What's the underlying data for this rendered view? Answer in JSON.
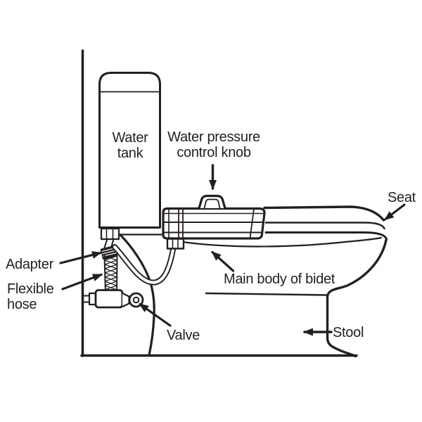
{
  "diagram": {
    "labels": {
      "water_tank": "Water tank",
      "pressure_knob": "Water pressure control knob",
      "seat": "Seat",
      "adapter": "Adapter",
      "flexible_hose": "Flexible hose",
      "valve": "Valve",
      "main_body": "Main body of bidet",
      "stool": "Stool"
    },
    "colors": {
      "ink": "#231f20",
      "background": "#ffffff"
    }
  }
}
